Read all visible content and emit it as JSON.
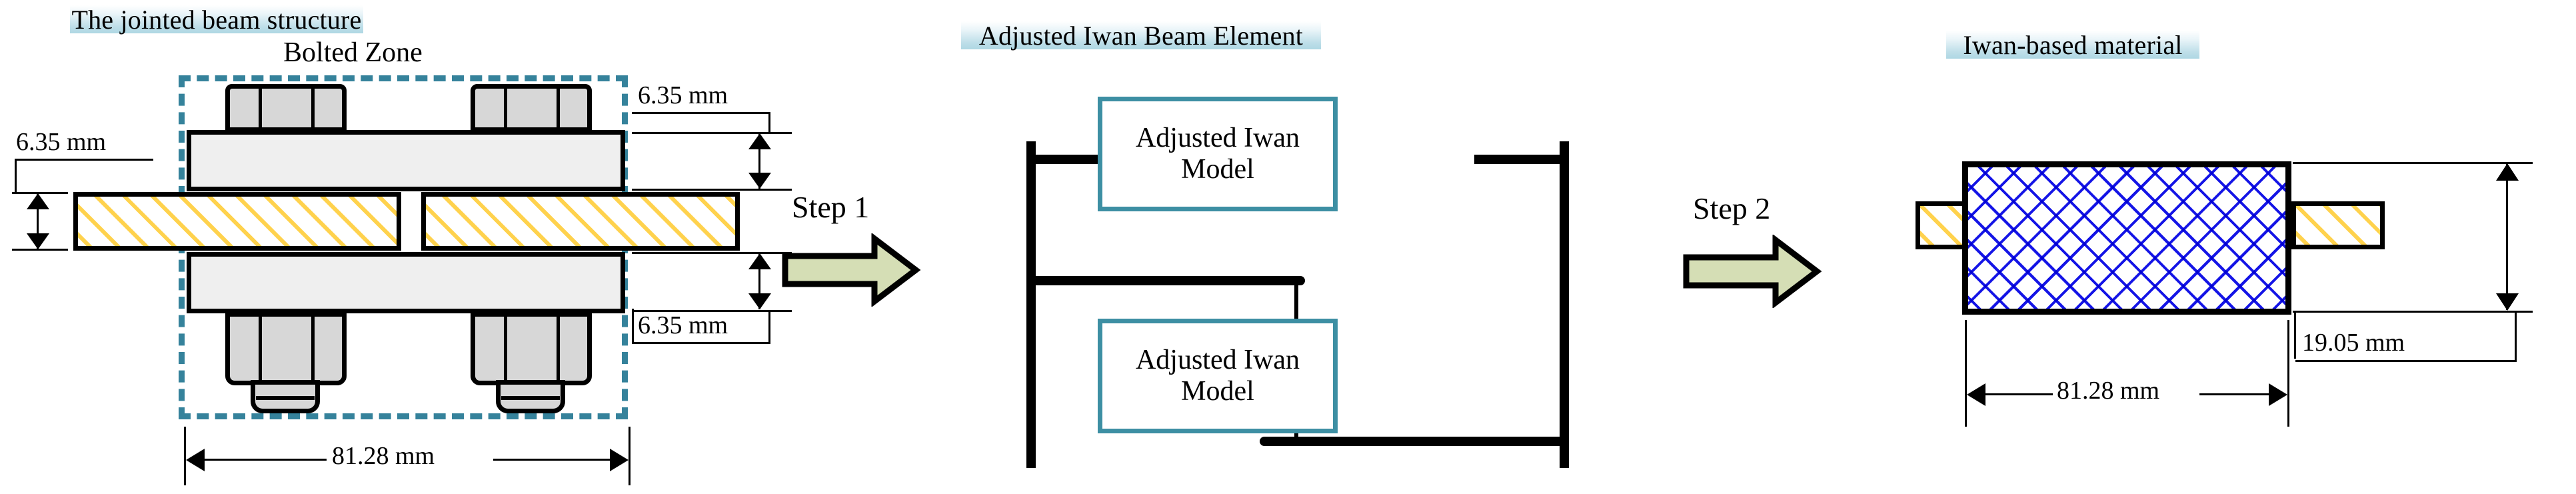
{
  "figure": {
    "type": "diagram",
    "description": "Two-step modelling reduction of a bolted jointed beam: physical bolted joint to Adjusted Iwan Beam Element to Iwan-based equivalent material",
    "colors": {
      "title_band_top": "#ffffff",
      "title_band_bottom": "#aed7e3",
      "teal_accent": "#35829b",
      "iwan_box_border": "#3d8fa3",
      "arrow_fill": "#d5deb5",
      "beam_hatch": "#ffd24d",
      "mesh_hatch": "#1414e6",
      "plate_fill": "#efefef",
      "nut_fill": "#d7d7d7",
      "outline": "#000000"
    }
  },
  "panel1": {
    "title": "The jointed beam structure",
    "subtitle": "Bolted Zone",
    "dimensions": {
      "beam_thickness_left": "6.35 mm",
      "plate_thickness_top": "6.35 mm",
      "plate_thickness_bottom": "6.35 mm",
      "overlap_length": "81.28 mm"
    },
    "bolt_count": 2
  },
  "step1": {
    "label": "Step 1",
    "icon": "right-arrow-icon"
  },
  "panel2": {
    "title": "Adjusted Iwan Beam Element",
    "boxes": [
      {
        "line1": "Adjusted Iwan",
        "line2": "Model"
      },
      {
        "line1": "Adjusted Iwan",
        "line2": "Model"
      }
    ]
  },
  "step2": {
    "label": "Step 2",
    "icon": "right-arrow-icon"
  },
  "panel3": {
    "title": "Iwan-based material",
    "dimensions": {
      "length": "81.28 mm",
      "height": "19.05 mm"
    }
  }
}
